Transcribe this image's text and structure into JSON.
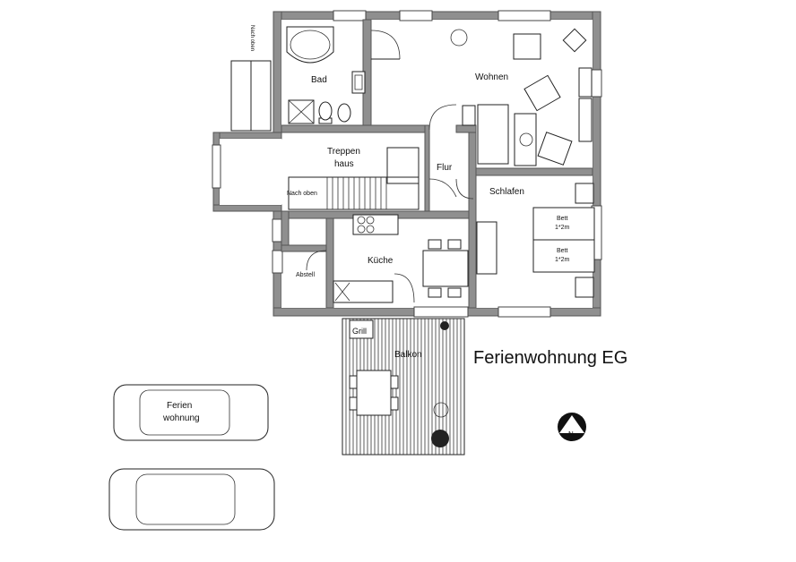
{
  "plan": {
    "title": "Ferienwohnung EG",
    "rooms": {
      "bad": "Bad",
      "wohnen": "Wohnen",
      "treppenhaus_line1": "Treppen",
      "treppenhaus_line2": "haus",
      "flur": "Flur",
      "schlafen": "Schlafen",
      "kueche": "Küche",
      "abstell": "Abstell",
      "balkon": "Balkon"
    },
    "stair_notes": {
      "nach_oben_left": "Nach oben",
      "nach_oben_top": "Nach oben"
    },
    "furniture": {
      "bed_1_line1": "Bett",
      "bed_1_line2": "1*2m",
      "bed_2_line1": "Bett",
      "bed_2_line2": "1*2m",
      "grill": "Grill"
    },
    "parking": {
      "car_label_line1": "Ferien",
      "car_label_line2": "wohnung"
    },
    "north_symbol": "N",
    "icons": [
      "north-arrow-icon",
      "plant-icon",
      "car-icon",
      "stairs-icon",
      "sink-icon",
      "toilet-icon",
      "bathtub-icon",
      "stove-icon",
      "bed-icon",
      "armchair-icon",
      "table-icon",
      "chair-icon"
    ]
  }
}
